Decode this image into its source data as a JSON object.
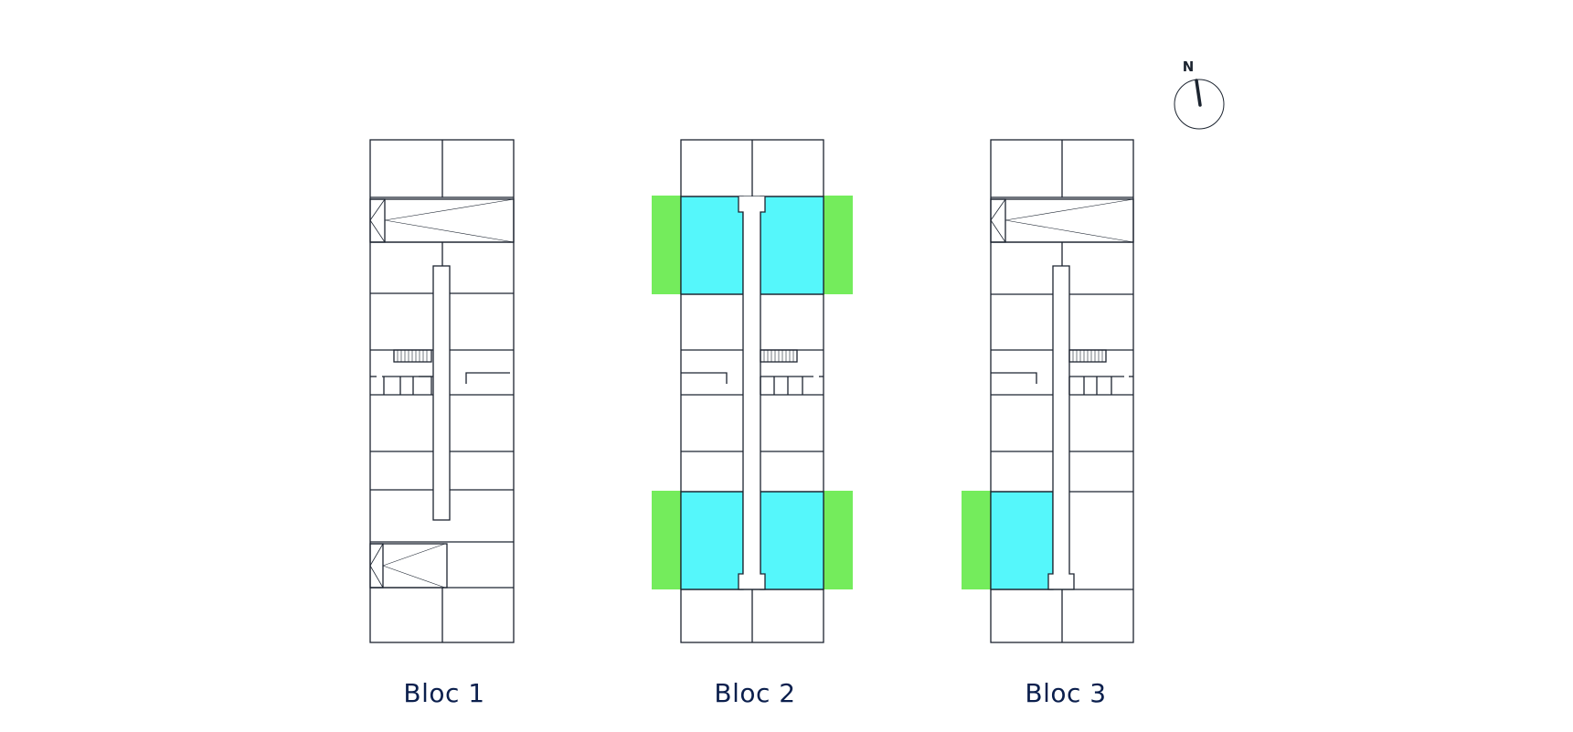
{
  "blocs": [
    {
      "label": "Bloc 1",
      "highlighted_units": 0,
      "terraces": 0
    },
    {
      "label": "Bloc 2",
      "highlighted_units": 4,
      "terraces": 4
    },
    {
      "label": "Bloc 3",
      "highlighted_units": 1,
      "terraces": 1
    }
  ],
  "compass": {
    "label": "N"
  },
  "colors": {
    "unit_highlight": "#55f7fb",
    "terrace": "#74ec5c",
    "line": "#1c2430",
    "label": "#0b1f4d"
  }
}
